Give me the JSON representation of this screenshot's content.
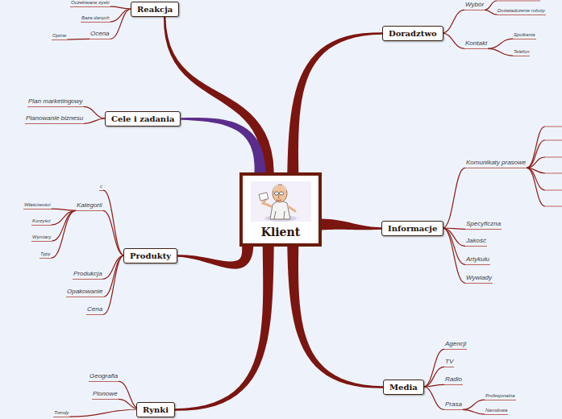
{
  "diagram": {
    "nodes": [
      {
        "text": [
          "Klient"
        ]
      },
      {
        "text": [
          "Reakcja"
        ]
      },
      {
        "text": [
          "Cele i zadania"
        ]
      },
      {
        "text": [
          "Produkty"
        ]
      },
      {
        "text": [
          "Rynki"
        ]
      },
      {
        "text": [
          "Doradztwo"
        ]
      },
      {
        "text": [
          "Informacje"
        ]
      },
      {
        "text": [
          "Media"
        ]
      }
    ],
    "edges": [
      {
        "from": 0,
        "to": 1,
        "arrow": "none"
      },
      {
        "from": 0,
        "to": 2,
        "arrow": "none"
      },
      {
        "from": 0,
        "to": 3,
        "arrow": "none"
      },
      {
        "from": 0,
        "to": 4,
        "arrow": "none"
      },
      {
        "from": 0,
        "to": 5,
        "arrow": "none"
      },
      {
        "from": 0,
        "to": 6,
        "arrow": "none"
      },
      {
        "from": 0,
        "to": 7,
        "arrow": "none"
      }
    ],
    "labels": [
      "Oczekiwane zyski",
      "Baza danych",
      "Ocena",
      "Opinie",
      "Plan marketingowy",
      "Planowanie biznesu",
      "c",
      "Kategorii",
      "Właściwości",
      "Korzyści",
      "Wymiary",
      "Typy",
      "Produkcja",
      "Opakowanie",
      "Cena",
      "Geografia",
      "Pionowe",
      "Trendy",
      "Wybór",
      "Doświadczenie roboty",
      "Kontakt",
      "Spotkania",
      "Telefon",
      "Komunikaty prasowe",
      "Specyficzna",
      "Jakość",
      "Artykułu",
      "Wywiady",
      "Agencji",
      "TV",
      "Radio",
      "Prasa",
      "Profesjonalna",
      "Narodowa"
    ]
  }
}
